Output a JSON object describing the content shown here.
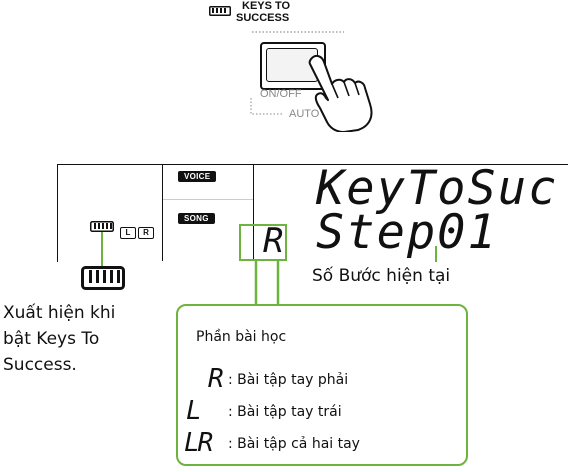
{
  "button_panel": {
    "title_line1": "KEYS TO",
    "title_line2": "SUCCESS",
    "on_off_label": "ON/OFF",
    "auto_label": "AUTO"
  },
  "display": {
    "voice_label": "VOICE",
    "song_label": "SONG",
    "left_label": "L",
    "right_label": "R",
    "line1": "KeyToSuc",
    "line2": "Step01",
    "part_indicator": "R"
  },
  "annotations": {
    "step_label": "Số Bước hiện tại",
    "appears_line1": "Xuất hiện khi",
    "appears_line2": "bật Keys To",
    "appears_line3": "Success."
  },
  "callout": {
    "title": "Phần bài học",
    "items": [
      {
        "symbol": "R",
        "text": ": Bài tập tay phải"
      },
      {
        "symbol": "L",
        "text": ": Bài tập tay trái"
      },
      {
        "symbol": "LR",
        "text": ": Bài tập cả hai tay"
      }
    ]
  },
  "colors": {
    "accent_green": "#6db33f",
    "lcd_black": "#111111"
  },
  "icons": [
    "keyboard-icon",
    "hand-pointer-icon"
  ]
}
